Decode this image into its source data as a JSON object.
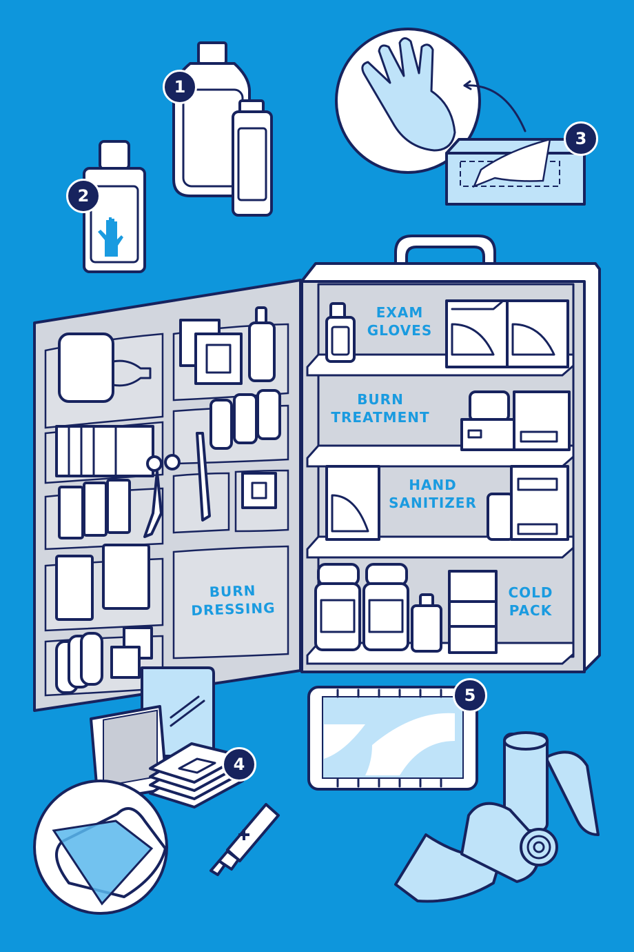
{
  "colors": {
    "background": "#0e96dc",
    "outline": "#17235e",
    "cabinet": "#d2d6de",
    "label_text": "#1a9be0",
    "light_blue": "#bfe3f9",
    "white": "#ffffff"
  },
  "badges": [
    "1",
    "2",
    "3",
    "4",
    "5"
  ],
  "shelf_labels": {
    "exam_gloves": [
      "EXAM",
      "GLOVES"
    ],
    "burn_treatment": [
      "BURN",
      "TREATMENT"
    ],
    "hand_sanitizer": [
      "HAND",
      "SANITIZER"
    ],
    "cold_pack": [
      "COLD",
      "PACK"
    ]
  },
  "door_label": [
    "BURN",
    "DRESSING"
  ],
  "icons": [
    "soap-bottles",
    "hand-sanitizer-bottle",
    "exam-glove",
    "glove-box",
    "first-aid-cabinet",
    "burn-dressing-pads",
    "burn-gel-tube",
    "cold-pack",
    "bandage-rolls"
  ]
}
